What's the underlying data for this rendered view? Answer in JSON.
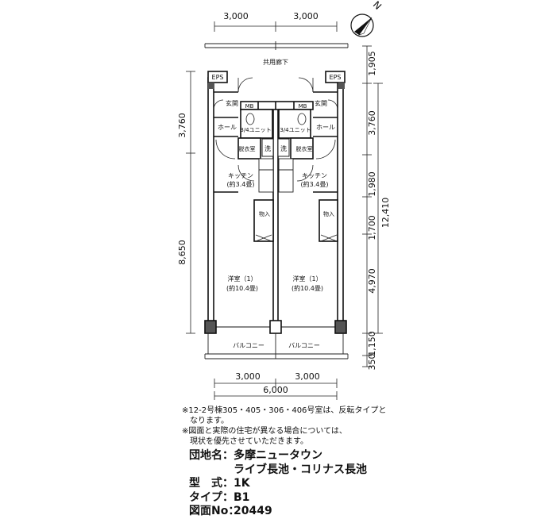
{
  "dims": {
    "top": [
      "3,000",
      "3,000"
    ],
    "bottom": [
      "3,000",
      "3,000"
    ],
    "bottom_total": "6,000",
    "left": [
      "3,760",
      "8,650"
    ],
    "right": [
      "1,905",
      "3,760",
      "1,980",
      "1,700",
      "4,970",
      "1,150",
      "350"
    ],
    "right_total": "12,410"
  },
  "compass": {
    "label": "N"
  },
  "rooms": {
    "corridor": "共用廊下",
    "eps": "EPS",
    "mb": "MB",
    "entrance": "玄関",
    "hall": "ホール",
    "bath": "3/4ユニット",
    "wash": "洗",
    "dressing": "脱衣室",
    "kitchen": "キッチン",
    "kitchen_size": "(約3.4畳)",
    "storage": "物入",
    "western": "洋室（1）",
    "western_size": "(約10.4畳)",
    "balcony": "バルコニー"
  },
  "notes": [
    "※12-2号棟305・405・306・406号室は、反転タイプと",
    "　なります。",
    "※図面と実際の住宅が異なる場合については、",
    "　現状を優先させていただきます。"
  ],
  "info": {
    "complex_label": "団地名：",
    "complex_name": "多摩ニュータウン",
    "complex_name2": "ライブ長池・コリナス長池",
    "type_label": "型　式：",
    "type_value": "1K",
    "subtype_label": "タイプ：",
    "subtype_value": "B1",
    "drawing_label": "図面No：",
    "drawing_value": "20449"
  }
}
